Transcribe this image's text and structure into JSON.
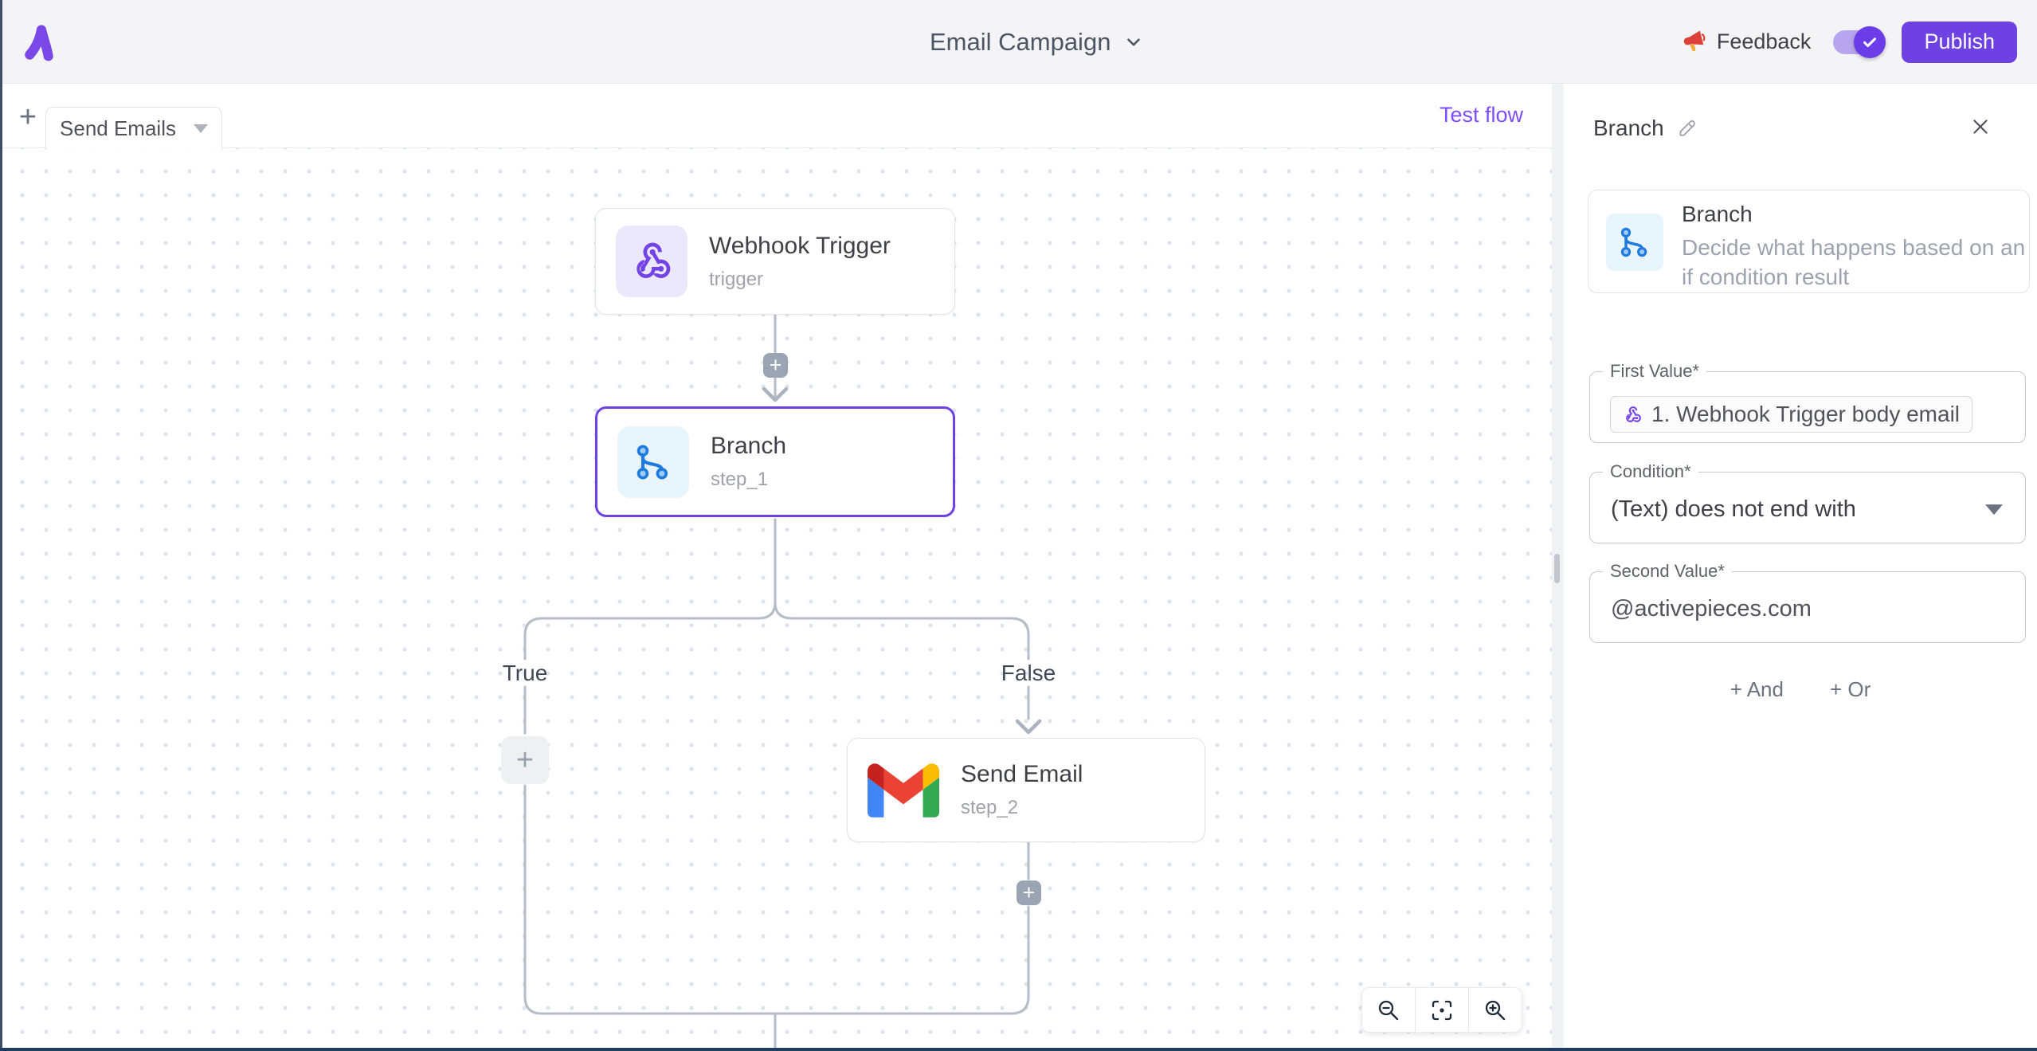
{
  "header": {
    "title": "Email Campaign",
    "feedback_label": "Feedback",
    "publish_label": "Publish"
  },
  "tabbar": {
    "add_flow_glyph": "+",
    "flow_tab_label": "Send Emails",
    "test_flow_label": "Test flow"
  },
  "canvas": {
    "nodes": [
      {
        "title": "Webhook Trigger",
        "subtitle": "trigger"
      },
      {
        "title": "Branch",
        "subtitle": "step_1"
      },
      {
        "title": "Send Email",
        "subtitle": "step_2"
      }
    ],
    "branch_true_label": "True",
    "branch_false_label": "False",
    "connector_plus_glyph": "+",
    "add_step_plus_glyph": "+"
  },
  "panel": {
    "title": "Branch",
    "info_name": "Branch",
    "info_description": "Decide what happens based on an if condition result",
    "first_value_label": "First Value*",
    "first_value_token": "1. Webhook Trigger body email",
    "condition_label": "Condition*",
    "condition_value": "(Text) does not end with",
    "second_value_label": "Second Value*",
    "second_value": "@activepieces.com",
    "and_label": "+ And",
    "or_label": "+ Or"
  },
  "colors": {
    "primary": "#6e41e2",
    "link": "#7c4dff",
    "branch_blue": "#1f7ae0",
    "edge_gray": "#b5bdc8",
    "header_bg": "#f4f4f6"
  }
}
